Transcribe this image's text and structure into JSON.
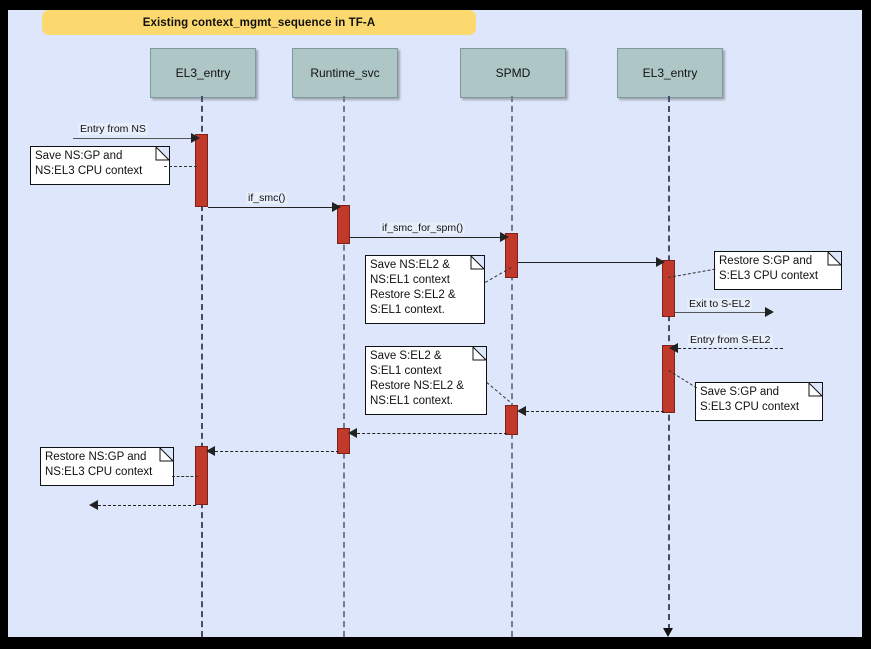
{
  "diagram": {
    "title": "Existing context_mgmt_sequence in TF-A",
    "type": "uml-sequence-diagram",
    "background_color": "#dde6fa",
    "title_bar_color": "#fcd96e",
    "lifeline_box_color": "#aec6c6",
    "activation_color": "#c0392b",
    "lifelines": [
      {
        "id": "ll1",
        "label": "EL3_entry"
      },
      {
        "id": "ll2",
        "label": "Runtime_svc"
      },
      {
        "id": "ll3",
        "label": "SPMD"
      },
      {
        "id": "ll4",
        "label": "EL3_entry"
      }
    ],
    "messages": [
      {
        "id": "m1",
        "label": "Entry from NS",
        "from": "external",
        "to": "ll1",
        "style": "solid"
      },
      {
        "id": "m2",
        "label": "if_smc()",
        "from": "ll1",
        "to": "ll2",
        "style": "solid"
      },
      {
        "id": "m3",
        "label": "if_smc_for_spm()",
        "from": "ll2",
        "to": "ll3",
        "style": "solid"
      },
      {
        "id": "m4",
        "label": "",
        "from": "ll3",
        "to": "ll4",
        "style": "solid"
      },
      {
        "id": "m5",
        "label": "Exit to S-EL2",
        "from": "ll4",
        "to": "external",
        "style": "solid"
      },
      {
        "id": "m6",
        "label": "Entry from S-EL2",
        "from": "external",
        "to": "ll4",
        "style": "dashed"
      },
      {
        "id": "m7",
        "label": "",
        "from": "ll4",
        "to": "ll3",
        "style": "dashed"
      },
      {
        "id": "m8",
        "label": "",
        "from": "ll3",
        "to": "ll2",
        "style": "dashed"
      },
      {
        "id": "m9",
        "label": "",
        "from": "ll2",
        "to": "ll1",
        "style": "dashed"
      },
      {
        "id": "m10",
        "label": "",
        "from": "ll1",
        "to": "external",
        "style": "dashed"
      }
    ],
    "notes": [
      {
        "id": "n1",
        "lines": [
          "Save NS:GP and",
          "NS:EL3 CPU context"
        ],
        "attached_to": "ll1"
      },
      {
        "id": "n2",
        "lines": [
          "Save NS:EL2 &",
          "NS:EL1 context",
          "Restore S:EL2 &",
          "S:EL1 context."
        ],
        "attached_to": "ll3"
      },
      {
        "id": "n3",
        "lines": [
          "Restore S:GP and",
          "S:EL3 CPU context"
        ],
        "attached_to": "ll4"
      },
      {
        "id": "n4",
        "lines": [
          "Save S:EL2 &",
          "S:EL1 context",
          "Restore NS:EL2 &",
          "NS:EL1 context."
        ],
        "attached_to": "ll3"
      },
      {
        "id": "n5",
        "lines": [
          "Save S:GP and",
          "S:EL3 CPU context"
        ],
        "attached_to": "ll4"
      },
      {
        "id": "n6",
        "lines": [
          "Restore NS:GP and",
          "NS:EL3 CPU context"
        ],
        "attached_to": "ll1"
      }
    ]
  }
}
